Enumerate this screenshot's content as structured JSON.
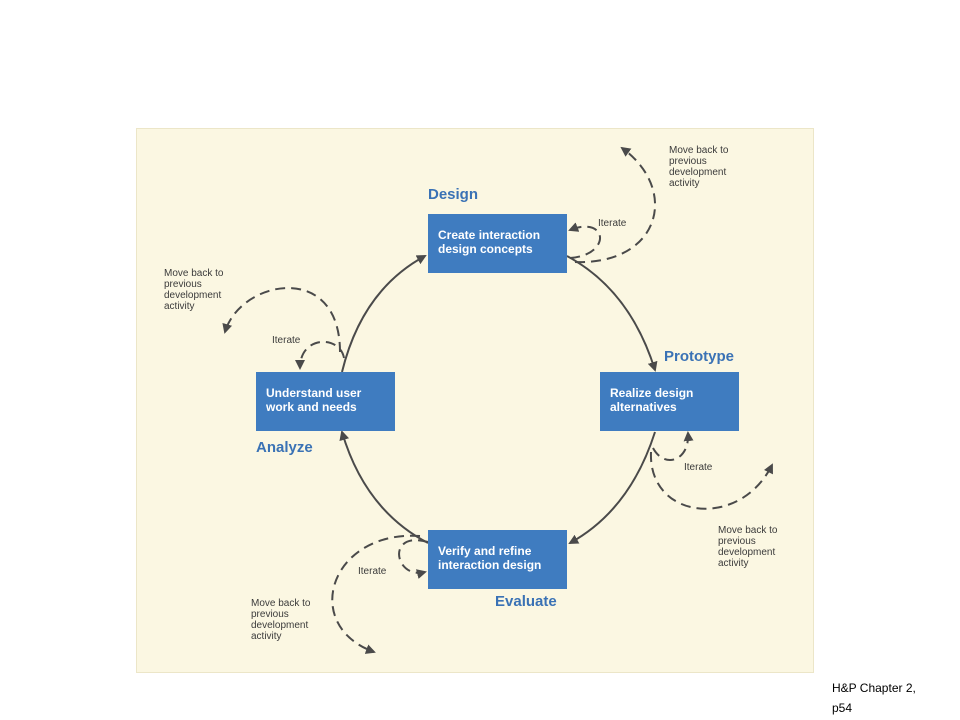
{
  "diagram": {
    "phases": {
      "design": "Design",
      "prototype": "Prototype",
      "analyze": "Analyze",
      "evaluate": "Evaluate"
    },
    "boxes": {
      "design": "Create interaction\ndesign concepts",
      "prototype": "Realize design\nalternatives",
      "analyze": "Understand user\nwork and needs",
      "evaluate": "Verify and refine\ninteraction design"
    },
    "iterate_label": "Iterate",
    "move_back_label": "Move back to\nprevious\ndevelopment\nactivity",
    "colors": {
      "box": "#3f7cc0",
      "phase_text": "#3a72b5",
      "background": "#fbf7e2"
    }
  },
  "caption": "H&P Chapter 2,\np54"
}
